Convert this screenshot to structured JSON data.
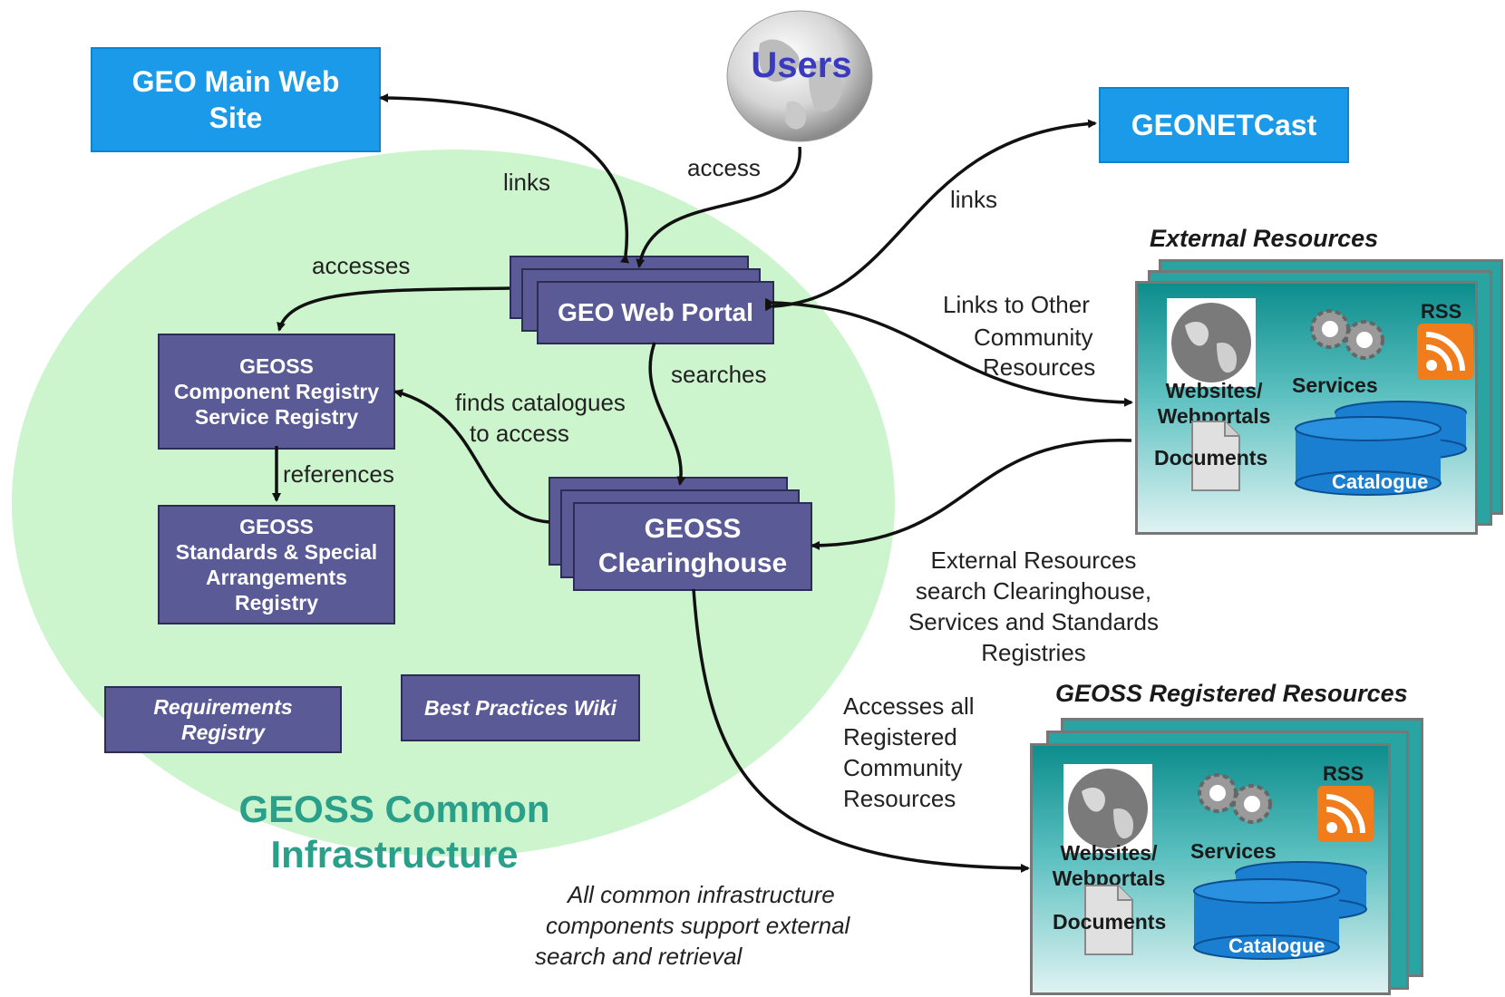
{
  "users": {
    "label": "Users"
  },
  "geo_main": {
    "line1": "GEO Main Web",
    "line2": "Site"
  },
  "geonetcast": {
    "label": "GEONETCast"
  },
  "portal": {
    "label": "GEO Web Portal"
  },
  "component_registry": {
    "line1": "GEOSS",
    "line2": "Component Registry",
    "line3": "Service Registry"
  },
  "standards_registry": {
    "line1": "GEOSS",
    "line2": "Standards & Special",
    "line3": "Arrangements",
    "line4": "Registry"
  },
  "clearinghouse": {
    "line1": "GEOSS",
    "line2": "Clearinghouse"
  },
  "requirements": {
    "line1": "Requirements",
    "line2": "Registry"
  },
  "wiki": {
    "label": "Best Practices Wiki"
  },
  "gci": {
    "line1": "GEOSS Common",
    "line2": "Infrastructure"
  },
  "labels": {
    "links_left": "links",
    "access": "access",
    "links_right": "links",
    "accesses": "accesses",
    "searches": "searches",
    "finds1": "finds catalogues",
    "finds2": "to access",
    "references": "references",
    "lo1": "Links to Other",
    "lo2": "Community",
    "lo3": "Resources",
    "er1": "External Resources",
    "er2": "search Clearinghouse,",
    "er3": "Services and Standards",
    "er4": "Registries",
    "aa1": "Accesses all",
    "aa2": "Registered",
    "aa3": "Community",
    "aa4": "Resources",
    "ci1": "All common infrastructure",
    "ci2": "components support external",
    "ci3": "search and retrieval"
  },
  "external_resources": {
    "title": "External Resources",
    "websites1": "Websites/",
    "websites2": "Webportals",
    "services": "Services",
    "rss": "RSS",
    "documents": "Documents",
    "catalogue": "Catalogue"
  },
  "registered_resources": {
    "title": "GEOSS Registered Resources",
    "websites1": "Websites/",
    "websites2": "Webportals",
    "services": "Services",
    "rss": "RSS",
    "documents": "Documents",
    "catalogue": "Catalogue"
  },
  "colors": {
    "blue": "#1a9ae8",
    "purple": "#5a5a96",
    "ellipse": "#cdf5cd",
    "teal": "#2aa08a"
  }
}
